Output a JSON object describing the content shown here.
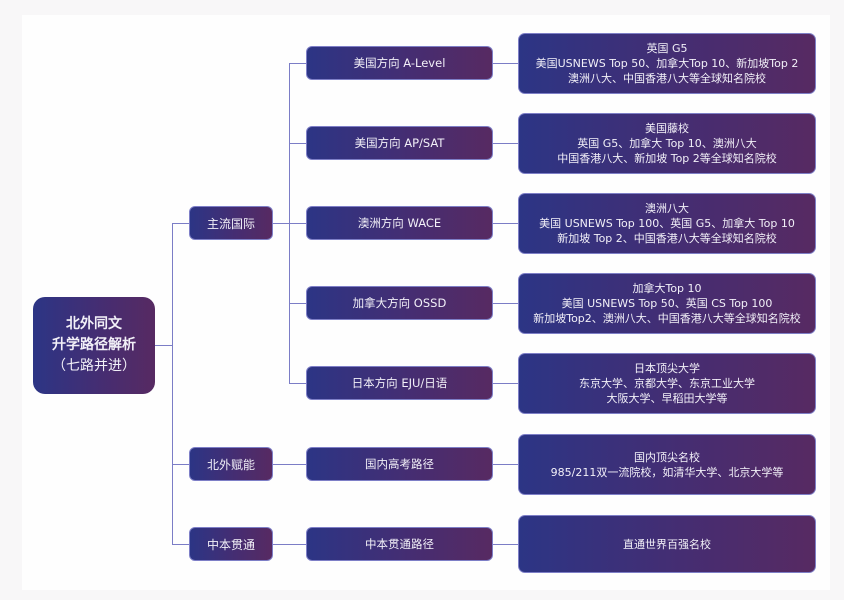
{
  "root": {
    "line1": "北外同文",
    "line2": "升学路径解析",
    "line3": "（七路并进）"
  },
  "categories": [
    {
      "label": "主流国际",
      "paths": [
        {
          "label": "美国方向 A-Level",
          "outcome": [
            "英国 G5",
            "美国USNEWS Top 50、加拿大Top 10、新加坡Top 2",
            "澳洲八大、中国香港八大等全球知名院校"
          ]
        },
        {
          "label": "美国方向 AP/SAT",
          "outcome": [
            "美国藤校",
            "英国 G5、加拿大 Top 10、澳洲八大",
            "中国香港八大、新加坡 Top 2等全球知名院校"
          ]
        },
        {
          "label": "澳洲方向 WACE",
          "outcome": [
            "澳洲八大",
            "美国 USNEWS Top 100、英国 G5、加拿大 Top 10",
            "新加坡 Top 2、中国香港八大等全球知名院校"
          ]
        },
        {
          "label": "加拿大方向 OSSD",
          "outcome": [
            "加拿大Top 10",
            "美国 USNEWS Top 50、英国 CS Top 100",
            "新加坡Top2、澳洲八大、中国香港八大等全球知名院校"
          ]
        },
        {
          "label": "日本方向 EJU/日语",
          "outcome": [
            "日本顶尖大学",
            "东京大学、京都大学、东京工业大学",
            "大阪大学、早稻田大学等"
          ]
        }
      ]
    },
    {
      "label": "北外赋能",
      "paths": [
        {
          "label": "国内高考路径",
          "outcome": [
            "国内顶尖名校",
            "985/211双一流院校，如清华大学、北京大学等"
          ]
        }
      ]
    },
    {
      "label": "中本贯通",
      "paths": [
        {
          "label": "中本贯通路径",
          "outcome": [
            "直通世界百强名校"
          ]
        }
      ]
    }
  ],
  "colors": {
    "node_start": "#2c3585",
    "node_end": "#572a62",
    "connector": "#7b7dc6",
    "background": "#f8f7f8",
    "panel": "#fefefe"
  }
}
